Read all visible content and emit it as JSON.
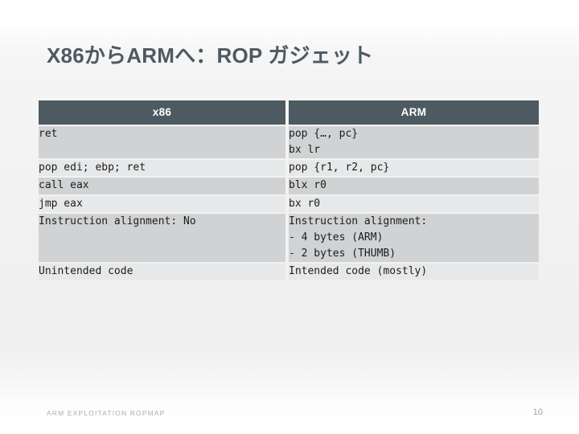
{
  "slide": {
    "title": "X86からARMへ：ROP ガジェット",
    "accent_color": "#4d5a61",
    "band_dark_color": "#d0d2d4",
    "band_light_color": "#e7e8e9"
  },
  "table": {
    "headers": {
      "x86": "x86",
      "arm": "ARM"
    },
    "rows": [
      {
        "x86": "ret",
        "arm": "pop {…, pc}\nbx lr"
      },
      {
        "x86": "pop edi; ebp; ret",
        "arm": "pop {r1, r2, pc}"
      },
      {
        "x86": "call eax",
        "arm": "blx r0"
      },
      {
        "x86": "jmp eax",
        "arm": "bx r0"
      },
      {
        "x86": "Instruction alignment: No",
        "arm": "Instruction alignment:\n- 4 bytes (ARM)\n- 2 bytes (THUMB)"
      },
      {
        "x86": "Unintended code",
        "arm": "Intended code (mostly)"
      }
    ]
  },
  "footer": {
    "label": "ARM EXPLOITATION ROPMAP",
    "page_number": "10"
  }
}
